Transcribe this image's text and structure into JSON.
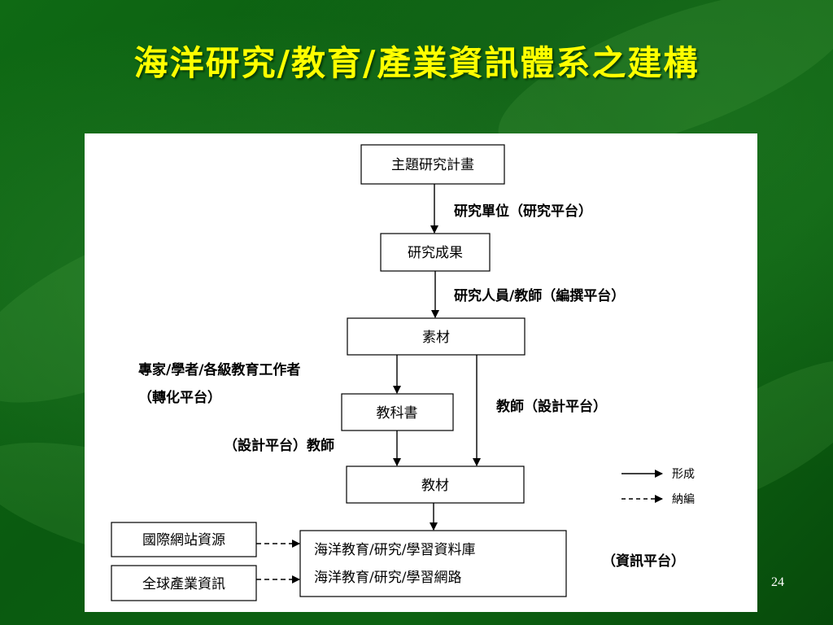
{
  "title": "海洋研究/教育/產業資訊體系之建構",
  "page_number": "24",
  "boxes": {
    "research_plan": "主題研究計畫",
    "research_results": "研究成果",
    "materials": "素材",
    "textbook": "教科書",
    "teaching_materials": "教材",
    "intl_web_resources": "國際網站資源",
    "global_industry_info": "全球產業資訊",
    "database": "海洋教育/研究/學習資料庫",
    "network": "海洋教育/研究/學習網路"
  },
  "labels": {
    "research_unit": "研究單位（研究平台）",
    "researchers_teachers": "研究人員/教師（編撰平台）",
    "experts_line1": "專家/學者/各級教育工作者",
    "experts_line2": "（轉化平台）",
    "teacher_design": "教師（設計平台）",
    "design_teacher": "（設計平台）教師",
    "info_platform": "（資訊平台）"
  },
  "legend": {
    "solid": "形成",
    "dashed": "納編"
  }
}
